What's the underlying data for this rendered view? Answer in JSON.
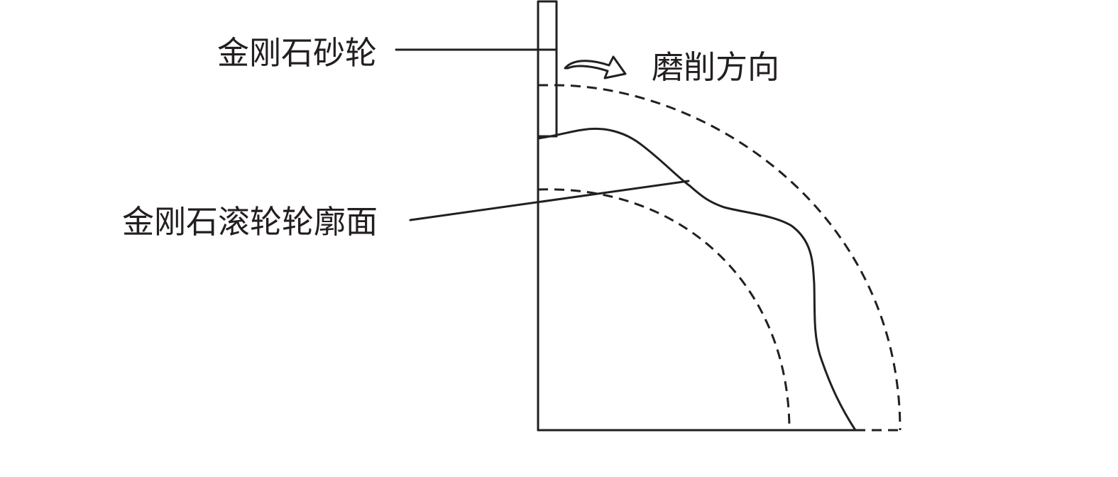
{
  "labels": {
    "grinding_wheel": "金刚石砂轮",
    "grinding_direction": "磨削方向",
    "roller_profile": "金刚石滚轮轮廓面"
  },
  "colors": {
    "ink": "#231f20",
    "background": "#ffffff"
  }
}
